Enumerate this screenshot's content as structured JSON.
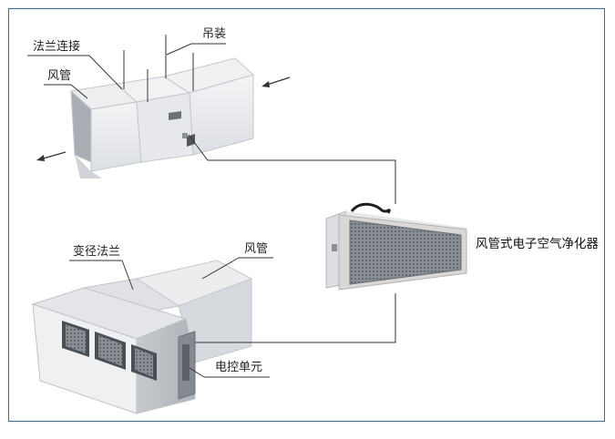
{
  "labels": {
    "flange_connection": "法兰连接",
    "hoisting": "吊装",
    "duct_top": "风管",
    "reducer_flange": "变径法兰",
    "duct_bottom": "风管",
    "purifier": "风管式电子空气净化器",
    "control_unit": "电控单元"
  },
  "colors": {
    "frame": "#2f6fa6",
    "duct_light": "#e9ebee",
    "duct_mid": "#d5d8dd",
    "duct_dark": "#b9bec5",
    "filter_mesh": "#7d8289",
    "leader_line": "#333333"
  },
  "icons": {
    "airflow_in": "arrow-left-down-icon",
    "airflow_out": "arrow-left-down-icon"
  }
}
